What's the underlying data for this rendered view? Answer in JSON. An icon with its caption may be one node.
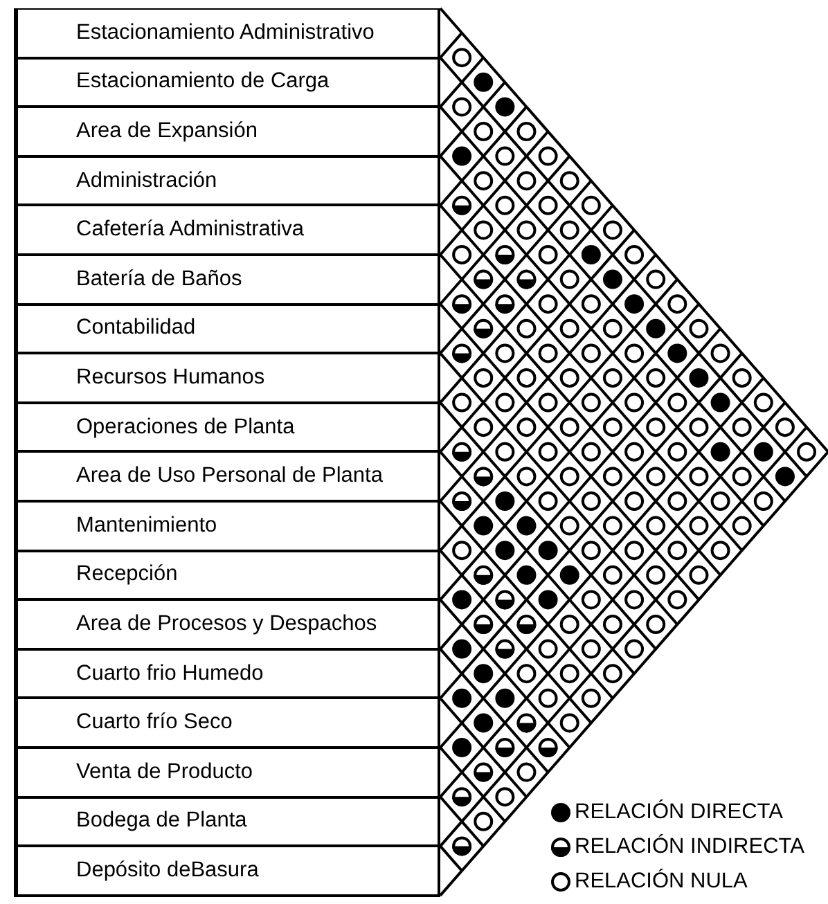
{
  "diagram": {
    "nodes": [
      {
        "text": [
          "Estacionamiento Administrativo"
        ]
      },
      {
        "text": [
          "Estacionamiento de Carga"
        ]
      },
      {
        "text": [
          "Area de Expansión"
        ]
      },
      {
        "text": [
          "Administración"
        ]
      },
      {
        "text": [
          "Cafetería Administrativa"
        ]
      },
      {
        "text": [
          "Batería de Baños"
        ]
      },
      {
        "text": [
          "Contabilidad"
        ]
      },
      {
        "text": [
          "Recursos Humanos"
        ]
      },
      {
        "text": [
          "Operaciones de Planta"
        ]
      },
      {
        "text": [
          "Area de Uso Personal de Planta"
        ]
      },
      {
        "text": [
          "Mantenimiento"
        ]
      },
      {
        "text": [
          "Recepción"
        ]
      },
      {
        "text": [
          "Area de Procesos y Despachos"
        ]
      },
      {
        "text": [
          "Cuarto frio Humedo"
        ]
      },
      {
        "text": [
          "Cuarto frío Seco"
        ]
      },
      {
        "text": [
          "Venta de Producto"
        ]
      },
      {
        "text": [
          "Bodega de Planta"
        ]
      },
      {
        "text": [
          "Depósito deBasura"
        ]
      }
    ],
    "legend": [
      {
        "text": "RELACIÓN DIRECTA"
      },
      {
        "text": "RELACIÓN INDIRECTA"
      },
      {
        "text": "RELACIÓN NULA"
      }
    ]
  }
}
